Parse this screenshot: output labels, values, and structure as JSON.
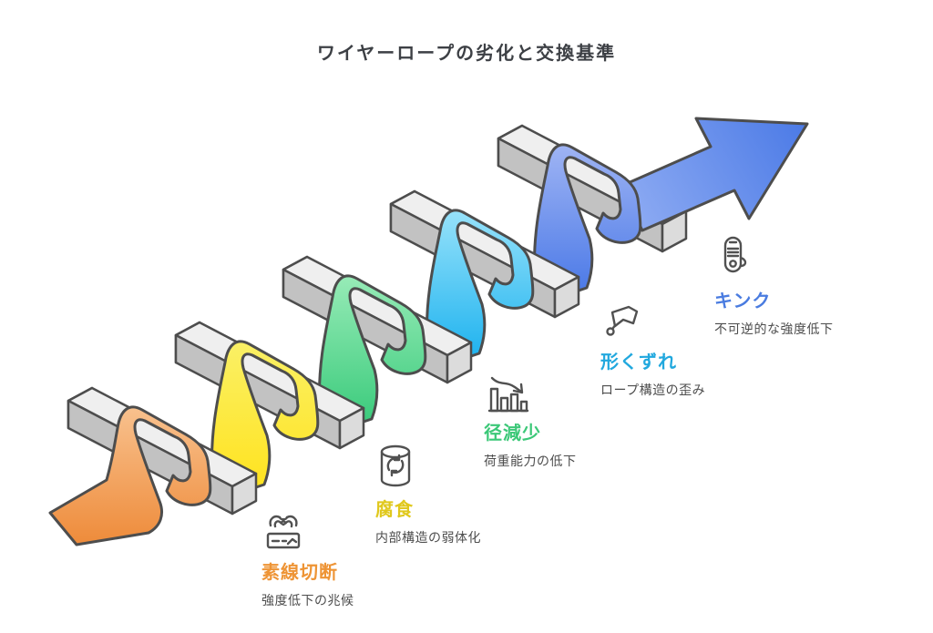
{
  "title": "ワイヤーロープの劣化と交換基準",
  "palette": {
    "background": "#FFFFFF",
    "outline": "#4D4D4D",
    "bar_top": "#EFEFEF",
    "bar_side": "#C2C2C2",
    "bar_cap": "#DCDCDC",
    "icon_color": "#515151",
    "title_color": "#3D4045",
    "subtitle_color": "#4D4D4D"
  },
  "arrow": {
    "color_light": "#8FACF3",
    "color_dark": "#4B7AE6"
  },
  "stages": [
    {
      "id": 1,
      "name": "素線切断",
      "desc": "強度低下の兆候",
      "label_color": "#EE9435",
      "band_light": "#F8C18E",
      "band_dark": "#EE8B3A",
      "icon": "broken-wire-icon"
    },
    {
      "id": 2,
      "name": "腐食",
      "desc": "内部構造の弱体化",
      "label_color": "#E0C81C",
      "band_light": "#FAF066",
      "band_dark": "#FFE31F",
      "icon": "corrosion-can-icon"
    },
    {
      "id": 3,
      "name": "径減少",
      "desc": "荷重能力の低下",
      "label_color": "#3CC878",
      "band_light": "#97EBB7",
      "band_dark": "#3BCB7C",
      "icon": "declining-chart-icon"
    },
    {
      "id": 4,
      "name": "形くずれ",
      "desc": "ロープ構造の歪み",
      "label_color": "#21A8DE",
      "band_light": "#97E2FA",
      "band_dark": "#1FB3EF",
      "icon": "deformed-shape-icon"
    },
    {
      "id": 5,
      "name": "キンク",
      "desc": "不可逆的な強度低下",
      "label_color": "#4A7CE0",
      "band_light": "#9FB4F4",
      "band_dark": "#4C7AE7",
      "icon": "kinked-rope-icon"
    }
  ]
}
